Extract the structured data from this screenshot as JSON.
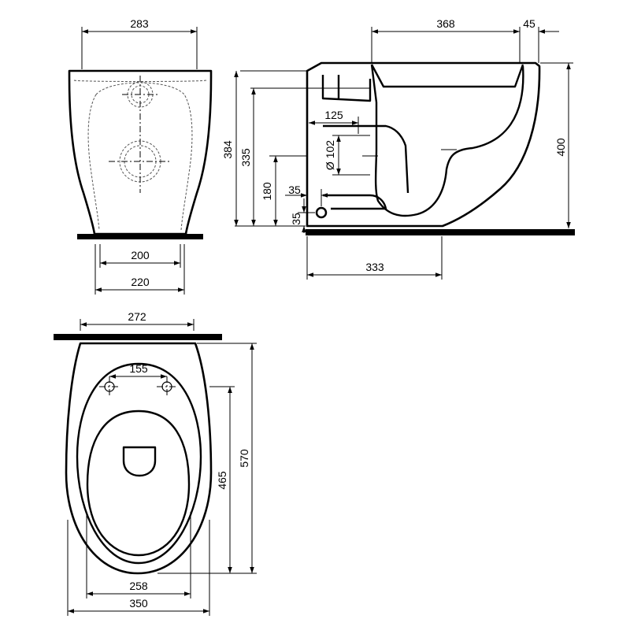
{
  "dimensions": {
    "front_top_width": "283",
    "front_base_inner": "200",
    "front_base_outer": "220",
    "side_depth_top": "368",
    "side_rim": "45",
    "side_total_height": "384",
    "side_outlet_top": "335",
    "side_outlet_center": "180",
    "side_offset_horizontal": "35",
    "side_offset_vertical": "35",
    "side_outlet_depth": "125",
    "side_outlet_diameter": "Ø 102",
    "side_height_right": "400",
    "side_base_depth": "333",
    "top_back_width": "272",
    "top_bolt_spacing": "155",
    "top_total_length": "570",
    "top_bowl_length": "465",
    "top_bowl_width": "258",
    "top_total_width": "350"
  }
}
